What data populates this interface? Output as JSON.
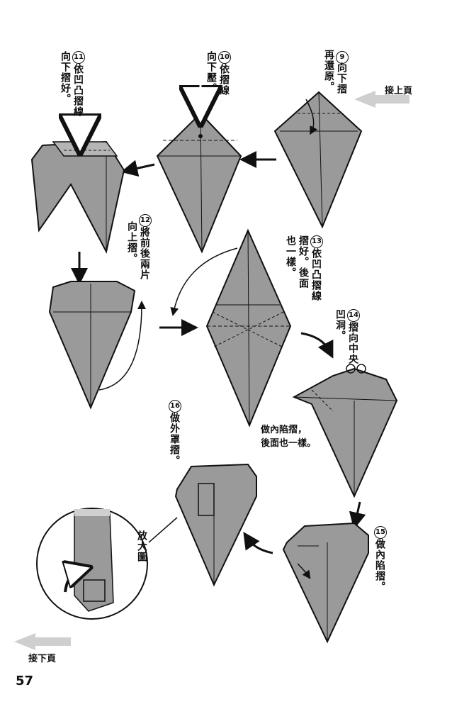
{
  "nav": {
    "prev_page": "接上頁",
    "next_page": "接下頁"
  },
  "page_number": "57",
  "steps": [
    {
      "num": "9",
      "line1": "向下摺",
      "line2": "再還原。"
    },
    {
      "num": "10",
      "line1": "依摺線",
      "line2": "向下壓。"
    },
    {
      "num": "11",
      "line1": "依凹凸摺線",
      "line2": "向下摺好。"
    },
    {
      "num": "12",
      "line1": "將前後兩片",
      "line2": "向上摺。"
    },
    {
      "num": "13",
      "line1": "依凹凸摺線",
      "line2": "摺好。後面",
      "line3": "也一樣。"
    },
    {
      "num": "14",
      "line1": "摺向中央",
      "line2": "凹洞。"
    },
    {
      "num": "15",
      "line1": "做內陷摺。"
    },
    {
      "num": "16",
      "line1": "做外罩摺。"
    }
  ],
  "notes": {
    "inside_reverse_1": "做內陷摺，",
    "inside_reverse_2": "後面也一樣。",
    "zoom_label": "放大圖"
  },
  "colors": {
    "paper": "#9a9a9a",
    "paper_dark": "#7a7a7a",
    "nav_arrow": "#cfcfcf",
    "line": "#111111"
  }
}
